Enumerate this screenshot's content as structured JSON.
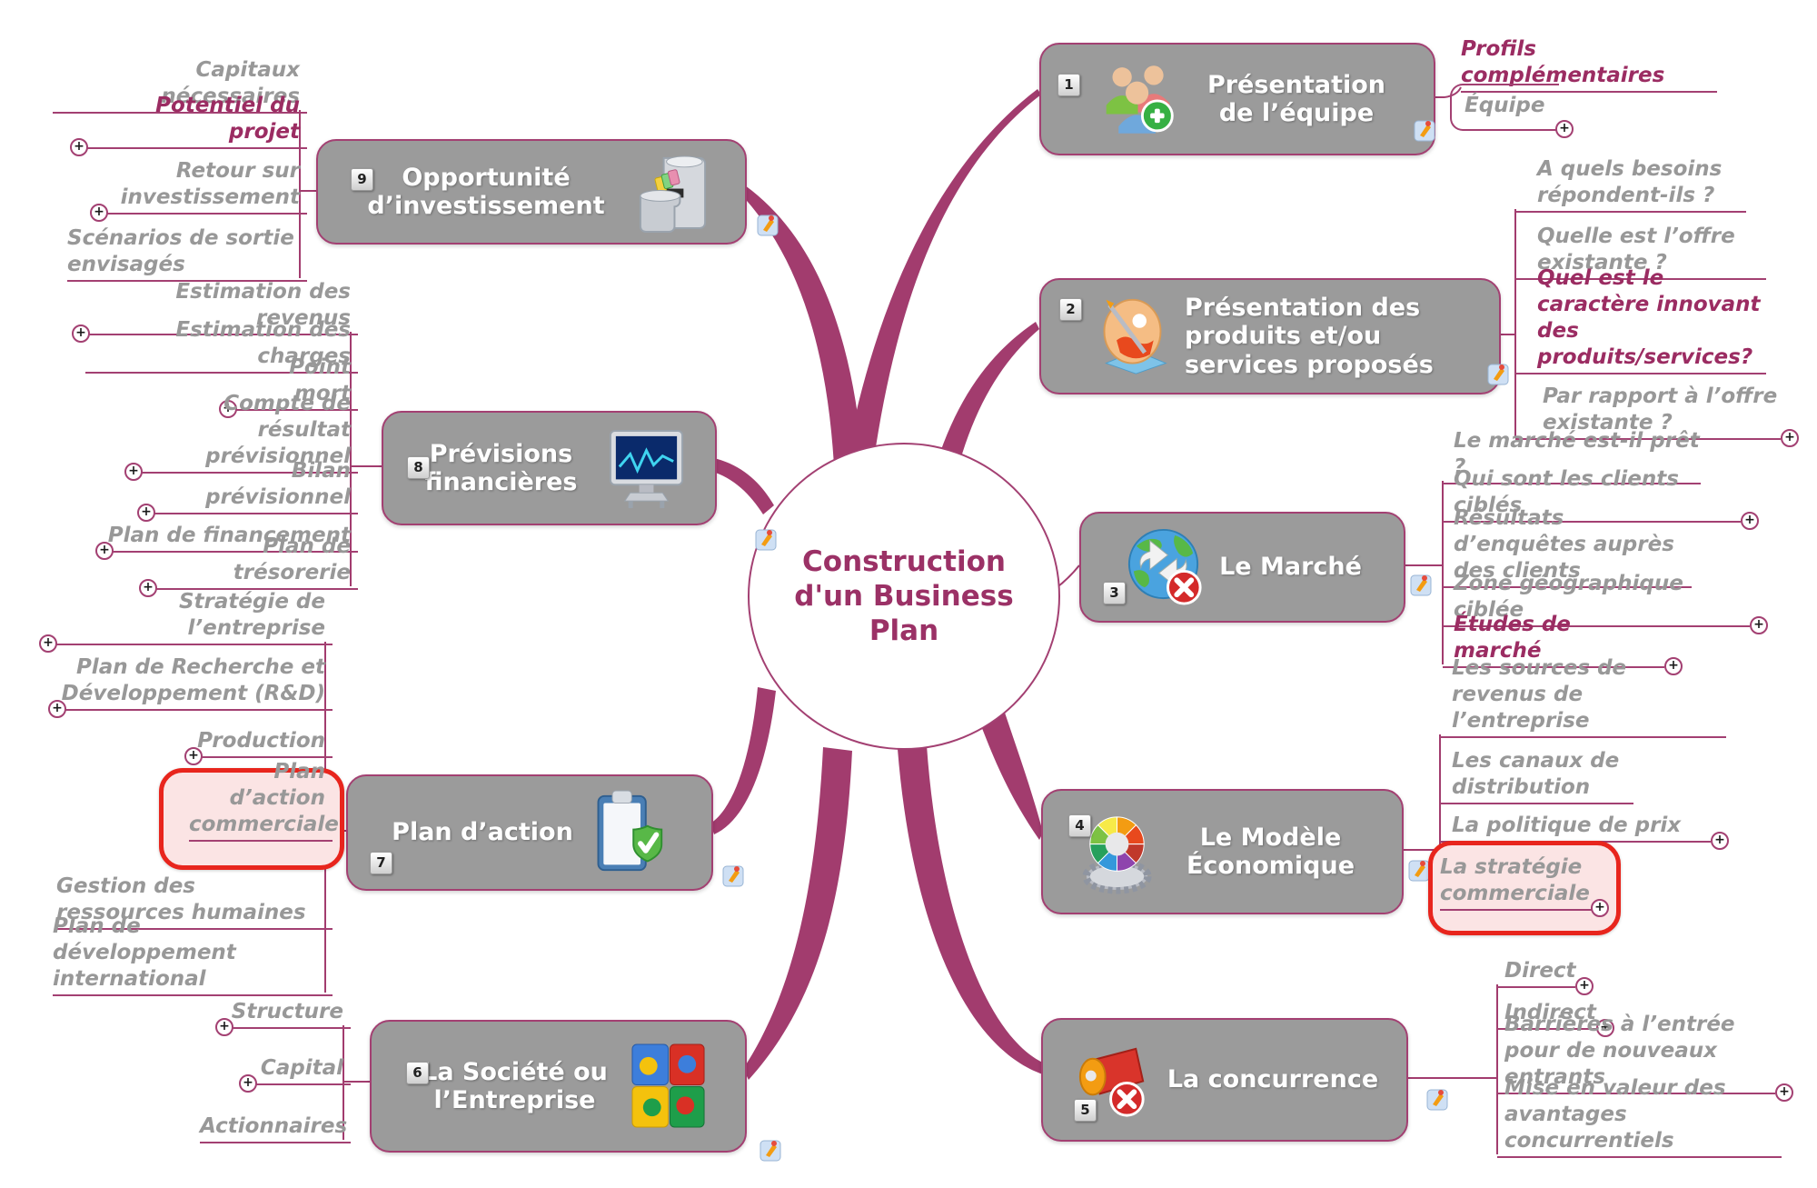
{
  "title": "Construction d'un Business Plan",
  "ui": {
    "plus": "+"
  },
  "colors": {
    "branch": "#a23c6e",
    "node_fill": "#9b9b9b",
    "node_border": "#a34072",
    "node_text": "#ffffff",
    "gray_text": "#989898",
    "accent_text": "#9b2c62",
    "highlight_border": "#e8251d",
    "highlight_fill": "#fbe4e4",
    "center_text": "#9b3166"
  },
  "branches": [
    {
      "num": "1",
      "label": "Présentation de l’équipe",
      "icon": "people-add-icon",
      "children": [
        "Profils complémentaires",
        "Équipe"
      ]
    },
    {
      "num": "2",
      "label": "Présentation des produits et/ou services proposés",
      "icon": "palette-icon",
      "children": [
        "A quels besoins répondent-ils ?",
        "Quelle est l’offre existante ?",
        "Quel est le caractère innovant des produits/services?",
        "Par rapport à l’offre existante ?"
      ]
    },
    {
      "num": "3",
      "label": "Le Marché",
      "icon": "globe-sync-icon",
      "children": [
        "Le marché est-il prêt ?",
        "Qui sont les clients ciblés",
        "Résultats d’enquêtes auprès des clients",
        "Zone géographique ciblée",
        "Études de marché"
      ]
    },
    {
      "num": "4",
      "label": "Le Modèle Économique",
      "icon": "color-wheel-gear-icon",
      "children": [
        "Les sources de revenus de l’entreprise",
        "Les canaux de distribution",
        "La politique de prix",
        "La stratégie commerciale"
      ]
    },
    {
      "num": "5",
      "label": "La concurrence",
      "icon": "megaphone-icon",
      "children": [
        "Direct",
        "Indirect",
        "Barrières à l’entrée pour de nouveaux entrants",
        "Mise en valeur des avantages concurrentiels"
      ]
    },
    {
      "num": "6",
      "label": "La Société ou l’Entreprise",
      "icon": "puzzle-icon",
      "children": [
        "Structure",
        "Capital",
        "Actionnaires"
      ]
    },
    {
      "num": "7",
      "label": "Plan d’action",
      "icon": "clipboard-shield-icon",
      "children": [
        "Stratégie de l’entreprise",
        "Plan de Recherche et Développement (R&D)",
        "Production",
        "Plan d’action commerciale",
        "Gestion des ressources humaines",
        "Plan de développement international"
      ]
    },
    {
      "num": "8",
      "label": "Prévisions financières",
      "icon": "monitor-chart-icon",
      "children": [
        "Estimation des revenus",
        "Estimation des charges",
        "Point mort",
        "Compte de résultat prévisionnel",
        "Bilan prévisionnel",
        "Plan de financement",
        "Plan de trésorerie"
      ]
    },
    {
      "num": "9",
      "label": "Opportunité d’investissement",
      "icon": "drawer-files-icon",
      "children": [
        "Capitaux nécessaires",
        "Potentiel du projet",
        "Retour sur investissement",
        "Scénarios de sortie envisagés"
      ]
    }
  ]
}
